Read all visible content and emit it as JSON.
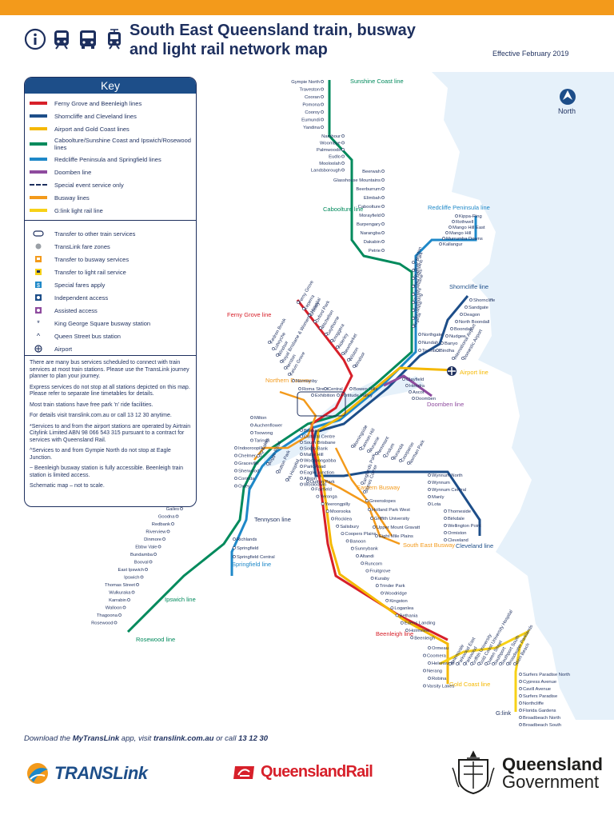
{
  "header": {
    "title_line1": "South East Queensland train, busway",
    "title_line2": "and light rail network map",
    "effective": "Effective February 2019",
    "icons": [
      "info-icon",
      "train-icon",
      "bus-icon",
      "light-rail-icon"
    ]
  },
  "key": {
    "heading": "Key",
    "lines": [
      {
        "label": "Ferny Grove and Beenleigh lines",
        "color": "#d7202a"
      },
      {
        "label": "Shorncliffe and Cleveland lines",
        "color": "#1d4e89"
      },
      {
        "label": "Airport and Gold Coast lines",
        "color": "#f5b800"
      },
      {
        "label": "Caboolture/Sunshine Coast and Ipswich/Rosewood lines",
        "color": "#008a5c"
      },
      {
        "label": "Redcliffe Peninsula and Springfield lines",
        "color": "#1e88c8"
      },
      {
        "label": "Doomben line",
        "color": "#8e4b9e"
      },
      {
        "label": "Special event service only",
        "color": "#1d2f5e"
      },
      {
        "label": "Busway lines",
        "color": "#f39a1b"
      },
      {
        "label": "G:link light rail line",
        "color": "#f7d117"
      }
    ],
    "symbols": [
      {
        "label": "Transfer to other train services",
        "icon": "transfer-icon"
      },
      {
        "label": "TransLink fare zones",
        "icon": "fare-zone-icon"
      },
      {
        "label": "Transfer to busway services",
        "icon": "busway-transfer-icon"
      },
      {
        "label": "Transfer to light rail service",
        "icon": "light-rail-transfer-icon"
      },
      {
        "label": "Special fares apply",
        "icon": "special-fare-icon"
      },
      {
        "label": "Independent access",
        "icon": "independent-access-icon"
      },
      {
        "label": "Assisted access",
        "icon": "assisted-access-icon"
      },
      {
        "label": "King George Square busway station",
        "icon": "asterisk-icon"
      },
      {
        "label": "Queen Street bus station",
        "icon": "caret-icon"
      },
      {
        "label": "Airport",
        "icon": "airport-icon"
      }
    ],
    "notes": [
      "There are many bus services scheduled to connect with train services at most train stations. Please use the TransLink journey planner to plan your journey.",
      "Express services do not stop at all stations depicted on this map. Please refer to separate line timetables for details.",
      "Most train stations have free park 'n' ride facilities.",
      "For details visit translink.com.au or call 13 12 30 anytime.",
      "*Services to and from the airport stations are operated by Airtrain Citylink Limited ABN 98 066 543 315 pursuant to a contract for services with Queensland Rail.",
      "^Services to and from Gympie North do not stop at Eagle Junction.",
      "~ Beenleigh busway station is fully accessible. Beenleigh train station is limited access.",
      "Schematic map – not to scale."
    ]
  },
  "map": {
    "north_label": "North",
    "line_labels": {
      "sunshine_coast": "Sunshine Coast line",
      "caboolture": "Caboolture line",
      "redcliffe": "Redcliffe Peninsula line",
      "shorncliffe": "Shorncliffe line",
      "ferny_grove": "Ferny Grove line",
      "airport": "Airport line",
      "doomben": "Doomben line",
      "northern_busway": "Northern Busway",
      "eastern_busway": "Eastern Busway",
      "south_east_busway": "South East Busway",
      "cleveland": "Cleveland line",
      "tennyson": "Tennyson line",
      "springfield": "Springfield line",
      "ipswich": "Ipswich line",
      "rosewood": "Rosewood line",
      "beenleigh": "Beenleigh line",
      "gold_coast": "Gold Coast line",
      "glink": "G:link"
    },
    "stations": {
      "north": [
        "Gympie North",
        "Traveston",
        "Cooran",
        "Pomona",
        "Cooroy",
        "Eumundi",
        "Yandina",
        "Nambour",
        "Woombye",
        "Palmwoods",
        "Eudlo",
        "Mooloolah",
        "Landsborough",
        "Beerwah",
        "Glasshouse Mountains",
        "Beerburrum",
        "Elimbah",
        "Caboolture",
        "Morayfield",
        "Burpengary",
        "Narangba",
        "Dakabin",
        "Petrie"
      ],
      "redcliffe": [
        "Kippa-Ring",
        "Rothwell",
        "Mango Hill East",
        "Mango Hill",
        "Murrumba Downs",
        "Kallangur"
      ],
      "north_trunk": [
        "Lawnton",
        "Bray Park",
        "Strathpine",
        "Bald Hills",
        "Carseldine",
        "Zillmere",
        "Geebung",
        "Sunshine",
        "Virginia",
        "Northgate",
        "Nundah",
        "Toombul"
      ],
      "shorncliffe": [
        "Shorncliffe",
        "Sandgate",
        "Deagon",
        "North Boondall",
        "Boondall",
        "Nudgee",
        "Banyo",
        "Bindha"
      ],
      "airport": [
        "International Airport",
        "Domestic Airport"
      ],
      "doomben": [
        "Clayfield",
        "Hendra",
        "Ascot",
        "Doomben"
      ],
      "ferny_grove": [
        "Ferny Grove",
        "Keperra",
        "Grovely",
        "Oxford Park",
        "Mitchelton",
        "Gaythorne",
        "Enoggera",
        "Alderley",
        "Newmarket",
        "Wilston",
        "Windsor"
      ],
      "northern_busway": [
        "Kedron Brook",
        "Lutwyche",
        "Windsor",
        "Royal Brisbane & Women's Hospital",
        "Herston",
        "Kelvin Grove",
        "Normanby"
      ],
      "city": [
        "Roma Street",
        "Exhibition",
        "Central",
        "Fortitude Valley",
        "Bowen Hills",
        "Brisbane",
        "Cultural Centre",
        "South Brisbane",
        "South Bank",
        "Mater Hill",
        "Woolloongabba",
        "Park Road",
        "Eagle Junction",
        "Albion",
        "Wooloowin"
      ],
      "west": [
        "Milton",
        "Auchenflower",
        "Toowong",
        "Taringa",
        "Indooroopilly",
        "Chelmer",
        "Graceville",
        "Sherwood",
        "Corinda",
        "Oxley",
        "Darra",
        "Wacol",
        "Gailes",
        "Goodna",
        "Redbank",
        "Riverview",
        "Dinmore",
        "Ebbw Vale",
        "Bundamba",
        "Booval",
        "East Ipswich",
        "Ipswich",
        "Thomas Street",
        "Wulkuraka",
        "Karrabin",
        "Walloon",
        "Thagoona",
        "Rosewood"
      ],
      "springfield": [
        "Richlands",
        "Springfield",
        "Springfield Central"
      ],
      "busway_south": [
        "UQ Lakes",
        "Boggo Road",
        "Dutton Park",
        "PA Hospital"
      ],
      "cleveland": [
        "Wynnum North",
        "Wynnum",
        "Wynnum Central",
        "Manly",
        "Lota",
        "Thorneside",
        "Birkdale",
        "Wellington Point",
        "Ormiston",
        "Cleveland",
        "Morningside",
        "Cannon Hill",
        "Murarrie",
        "Hemmant",
        "Lindum",
        "Buranda",
        "Coorparoo",
        "Norman Park"
      ],
      "eastern_busway": [
        "Langlands Park",
        "Stones Corner",
        "Greenslopes",
        "Holland Park West",
        "Griffith University",
        "Upper Mount Gravatt",
        "Eight Mile Plains"
      ],
      "beenleigh": [
        "Dutton Park",
        "Fairfield",
        "Yeronga",
        "Yeerongpilly",
        "Moorooka",
        "Rocklea",
        "Salisbury",
        "Coopers Plains",
        "Banoon",
        "Sunnybank",
        "Altandi",
        "Runcorn",
        "Fruitgrove",
        "Kuraby",
        "Trinder Park",
        "Woodridge",
        "Kingston",
        "Loganlea",
        "Bethania",
        "Edens Landing",
        "Holmview",
        "Beenleigh"
      ],
      "gold_coast": [
        "Ormeau",
        "Coomera",
        "Helensvale",
        "Nerang",
        "Robina",
        "Varsity Lakes"
      ],
      "glink": [
        "Helensvale",
        "Parkwood East",
        "Parkwood",
        "Griffith University",
        "Gold Coast University Hospital",
        "Queen Street",
        "Southport",
        "Southport South",
        "Broadwater Parklands",
        "Main Beach",
        "Surfers Paradise North",
        "Cypress Avenue",
        "Cavill Avenue",
        "Surfers Paradise",
        "Northcliffe",
        "Florida Gardens",
        "Broadbeach North",
        "Broadbeach South"
      ]
    }
  },
  "footer": {
    "text_pre": "Download the ",
    "app_name": "MyTransLink",
    "text_mid": " app, visit ",
    "website": "translink.com.au",
    "text_post": " or call ",
    "phone": "13 12 30",
    "translink": "TRANSLink",
    "qr": "QueenslandRail",
    "qg_line1": "Queensland",
    "qg_line2": "Government"
  }
}
